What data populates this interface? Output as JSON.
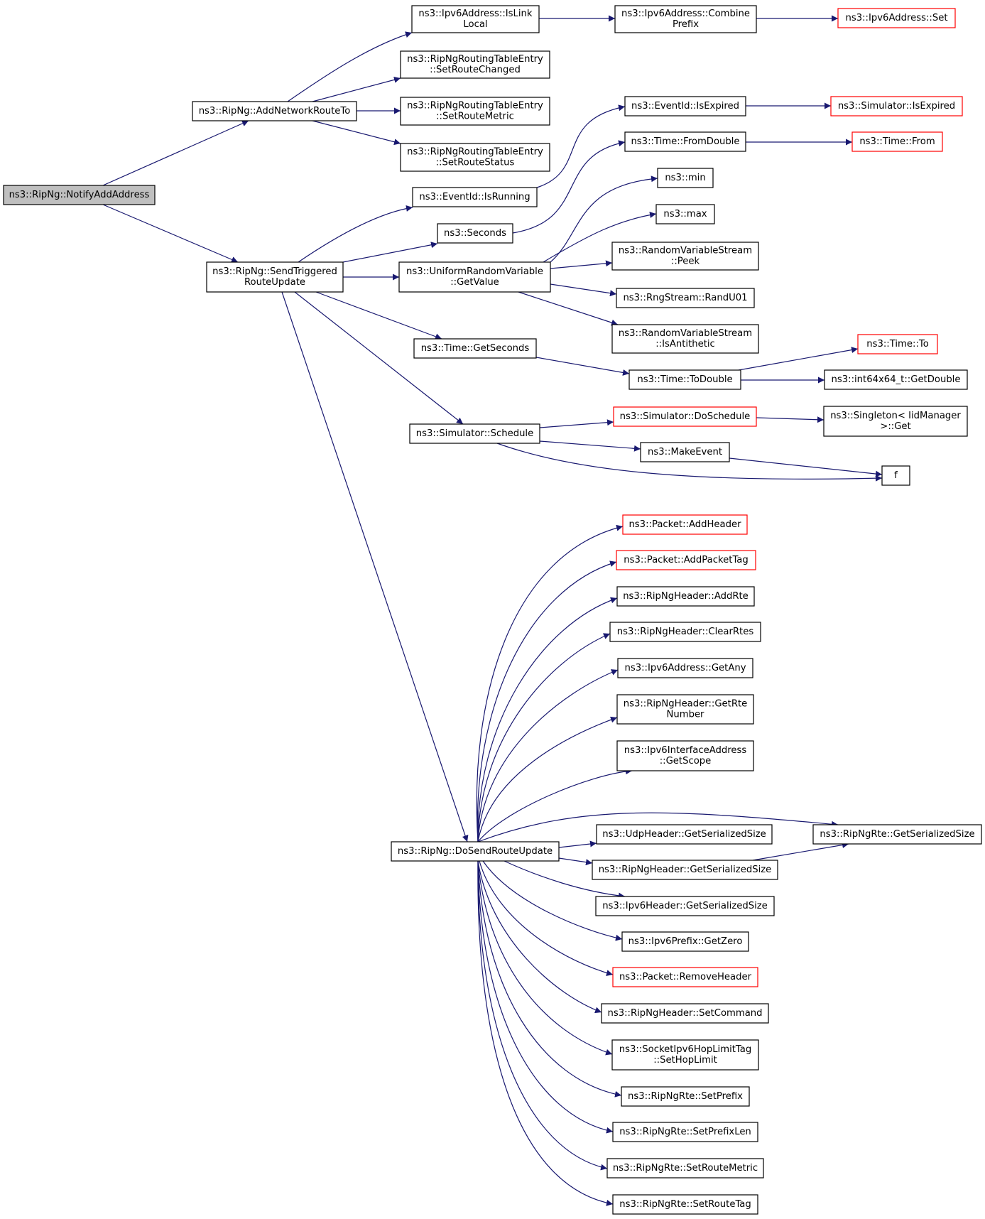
{
  "colors": {
    "edge": "#191970",
    "node_border": "#000000",
    "node_border_truncated": "#ff0000",
    "root_fill": "#bfbfbf",
    "node_fill": "#ffffff",
    "background": "#ffffff"
  },
  "nodes": [
    {
      "id": "notifyAddAddress",
      "lines": [
        "ns3::RipNg::NotifyAddAddress"
      ],
      "root": true
    },
    {
      "id": "addNetworkRouteTo",
      "lines": [
        "ns3::RipNg::AddNetworkRouteTo"
      ]
    },
    {
      "id": "sendTriggered",
      "lines": [
        "ns3::RipNg::SendTriggered",
        "RouteUpdate"
      ]
    },
    {
      "id": "isLinkLocal",
      "lines": [
        "ns3::Ipv6Address::IsLink",
        "Local"
      ]
    },
    {
      "id": "setRouteChanged",
      "lines": [
        "ns3::RipNgRoutingTableEntry",
        "::SetRouteChanged"
      ]
    },
    {
      "id": "setRouteMetricE",
      "lines": [
        "ns3::RipNgRoutingTableEntry",
        "::SetRouteMetric"
      ]
    },
    {
      "id": "setRouteStatus",
      "lines": [
        "ns3::RipNgRoutingTableEntry",
        "::SetRouteStatus"
      ]
    },
    {
      "id": "combinePrefix",
      "lines": [
        "ns3::Ipv6Address::Combine",
        "Prefix"
      ]
    },
    {
      "id": "ipv6Set",
      "lines": [
        "ns3::Ipv6Address::Set"
      ],
      "truncated": true
    },
    {
      "id": "isExpired",
      "lines": [
        "ns3::EventId::IsExpired"
      ]
    },
    {
      "id": "simIsExpired",
      "lines": [
        "ns3::Simulator::IsExpired"
      ],
      "truncated": true
    },
    {
      "id": "fromDouble",
      "lines": [
        "ns3::Time::FromDouble"
      ]
    },
    {
      "id": "timeFrom",
      "lines": [
        "ns3::Time::From"
      ],
      "truncated": true
    },
    {
      "id": "isRunning",
      "lines": [
        "ns3::EventId::IsRunning"
      ]
    },
    {
      "id": "seconds",
      "lines": [
        "ns3::Seconds"
      ]
    },
    {
      "id": "min",
      "lines": [
        "ns3::min"
      ]
    },
    {
      "id": "max",
      "lines": [
        "ns3::max"
      ]
    },
    {
      "id": "getValue",
      "lines": [
        "ns3::UniformRandomVariable",
        "::GetValue"
      ]
    },
    {
      "id": "peek",
      "lines": [
        "ns3::RandomVariableStream",
        "::Peek"
      ]
    },
    {
      "id": "randU01",
      "lines": [
        "ns3::RngStream::RandU01"
      ]
    },
    {
      "id": "isAntithetic",
      "lines": [
        "ns3::RandomVariableStream",
        "::IsAntithetic"
      ]
    },
    {
      "id": "getSeconds",
      "lines": [
        "ns3::Time::GetSeconds"
      ]
    },
    {
      "id": "timeTo",
      "lines": [
        "ns3::Time::To"
      ],
      "truncated": true
    },
    {
      "id": "toDouble",
      "lines": [
        "ns3::Time::ToDouble"
      ]
    },
    {
      "id": "getDouble",
      "lines": [
        "ns3::int64x64_t::GetDouble"
      ]
    },
    {
      "id": "schedule",
      "lines": [
        "ns3::Simulator::Schedule"
      ]
    },
    {
      "id": "doSchedule",
      "lines": [
        "ns3::Simulator::DoSchedule"
      ],
      "truncated": true
    },
    {
      "id": "singletonGet",
      "lines": [
        "ns3::Singleton< IidManager",
        ">::Get"
      ]
    },
    {
      "id": "makeEvent",
      "lines": [
        "ns3::MakeEvent"
      ]
    },
    {
      "id": "f",
      "lines": [
        "f"
      ]
    },
    {
      "id": "doSendRouteUpdate",
      "lines": [
        "ns3::RipNg::DoSendRouteUpdate"
      ]
    },
    {
      "id": "addHeader",
      "lines": [
        "ns3::Packet::AddHeader"
      ],
      "truncated": true
    },
    {
      "id": "addPacketTag",
      "lines": [
        "ns3::Packet::AddPacketTag"
      ],
      "truncated": true
    },
    {
      "id": "addRte",
      "lines": [
        "ns3::RipNgHeader::AddRte"
      ]
    },
    {
      "id": "clearRtes",
      "lines": [
        "ns3::RipNgHeader::ClearRtes"
      ]
    },
    {
      "id": "getAny",
      "lines": [
        "ns3::Ipv6Address::GetAny"
      ]
    },
    {
      "id": "getRteNumber",
      "lines": [
        "ns3::RipNgHeader::GetRte",
        "Number"
      ]
    },
    {
      "id": "getScope",
      "lines": [
        "ns3::Ipv6InterfaceAddress",
        "::GetScope"
      ]
    },
    {
      "id": "udpSize",
      "lines": [
        "ns3::UdpHeader::GetSerializedSize"
      ]
    },
    {
      "id": "rteSize",
      "lines": [
        "ns3::RipNgRte::GetSerializedSize"
      ]
    },
    {
      "id": "headerSize",
      "lines": [
        "ns3::RipNgHeader::GetSerializedSize"
      ]
    },
    {
      "id": "ipv6HeaderSize",
      "lines": [
        "ns3::Ipv6Header::GetSerializedSize"
      ]
    },
    {
      "id": "getZero",
      "lines": [
        "ns3::Ipv6Prefix::GetZero"
      ]
    },
    {
      "id": "removeHeader",
      "lines": [
        "ns3::Packet::RemoveHeader"
      ],
      "truncated": true
    },
    {
      "id": "setCommand",
      "lines": [
        "ns3::RipNgHeader::SetCommand"
      ]
    },
    {
      "id": "setHopLimit",
      "lines": [
        "ns3::SocketIpv6HopLimitTag",
        "::SetHopLimit"
      ]
    },
    {
      "id": "setPrefix",
      "lines": [
        "ns3::RipNgRte::SetPrefix"
      ]
    },
    {
      "id": "setPrefixLen",
      "lines": [
        "ns3::RipNgRte::SetPrefixLen"
      ]
    },
    {
      "id": "setRouteMetric",
      "lines": [
        "ns3::RipNgRte::SetRouteMetric"
      ]
    },
    {
      "id": "setRouteTag",
      "lines": [
        "ns3::RipNgRte::SetRouteTag"
      ]
    }
  ],
  "edges": [
    {
      "from": "notifyAddAddress",
      "to": "addNetworkRouteTo"
    },
    {
      "from": "notifyAddAddress",
      "to": "sendTriggered"
    },
    {
      "from": "addNetworkRouteTo",
      "to": "isLinkLocal"
    },
    {
      "from": "addNetworkRouteTo",
      "to": "setRouteChanged"
    },
    {
      "from": "addNetworkRouteTo",
      "to": "setRouteMetricE"
    },
    {
      "from": "addNetworkRouteTo",
      "to": "setRouteStatus"
    },
    {
      "from": "isLinkLocal",
      "to": "combinePrefix"
    },
    {
      "from": "combinePrefix",
      "to": "ipv6Set"
    },
    {
      "from": "sendTriggered",
      "to": "isRunning"
    },
    {
      "from": "sendTriggered",
      "to": "seconds"
    },
    {
      "from": "sendTriggered",
      "to": "getValue"
    },
    {
      "from": "sendTriggered",
      "to": "getSeconds"
    },
    {
      "from": "sendTriggered",
      "to": "schedule"
    },
    {
      "from": "sendTriggered",
      "to": "doSendRouteUpdate"
    },
    {
      "from": "isRunning",
      "to": "isExpired"
    },
    {
      "from": "isExpired",
      "to": "simIsExpired"
    },
    {
      "from": "seconds",
      "to": "fromDouble"
    },
    {
      "from": "fromDouble",
      "to": "timeFrom"
    },
    {
      "from": "getValue",
      "to": "min"
    },
    {
      "from": "getValue",
      "to": "max"
    },
    {
      "from": "getValue",
      "to": "peek"
    },
    {
      "from": "getValue",
      "to": "randU01"
    },
    {
      "from": "getValue",
      "to": "isAntithetic"
    },
    {
      "from": "getSeconds",
      "to": "toDouble"
    },
    {
      "from": "toDouble",
      "to": "timeTo"
    },
    {
      "from": "toDouble",
      "to": "getDouble"
    },
    {
      "from": "schedule",
      "to": "doSchedule"
    },
    {
      "from": "schedule",
      "to": "makeEvent"
    },
    {
      "from": "schedule",
      "to": "f"
    },
    {
      "from": "doSchedule",
      "to": "singletonGet"
    },
    {
      "from": "makeEvent",
      "to": "f"
    },
    {
      "from": "doSendRouteUpdate",
      "to": "addHeader"
    },
    {
      "from": "doSendRouteUpdate",
      "to": "addPacketTag"
    },
    {
      "from": "doSendRouteUpdate",
      "to": "addRte"
    },
    {
      "from": "doSendRouteUpdate",
      "to": "clearRtes"
    },
    {
      "from": "doSendRouteUpdate",
      "to": "getAny"
    },
    {
      "from": "doSendRouteUpdate",
      "to": "getRteNumber"
    },
    {
      "from": "doSendRouteUpdate",
      "to": "getScope"
    },
    {
      "from": "doSendRouteUpdate",
      "to": "rteSize"
    },
    {
      "from": "doSendRouteUpdate",
      "to": "udpSize"
    },
    {
      "from": "doSendRouteUpdate",
      "to": "headerSize"
    },
    {
      "from": "doSendRouteUpdate",
      "to": "ipv6HeaderSize"
    },
    {
      "from": "doSendRouteUpdate",
      "to": "getZero"
    },
    {
      "from": "doSendRouteUpdate",
      "to": "removeHeader"
    },
    {
      "from": "doSendRouteUpdate",
      "to": "setCommand"
    },
    {
      "from": "doSendRouteUpdate",
      "to": "setHopLimit"
    },
    {
      "from": "doSendRouteUpdate",
      "to": "setPrefix"
    },
    {
      "from": "doSendRouteUpdate",
      "to": "setPrefixLen"
    },
    {
      "from": "doSendRouteUpdate",
      "to": "setRouteMetric"
    },
    {
      "from": "doSendRouteUpdate",
      "to": "setRouteTag"
    },
    {
      "from": "headerSize",
      "to": "rteSize"
    }
  ]
}
